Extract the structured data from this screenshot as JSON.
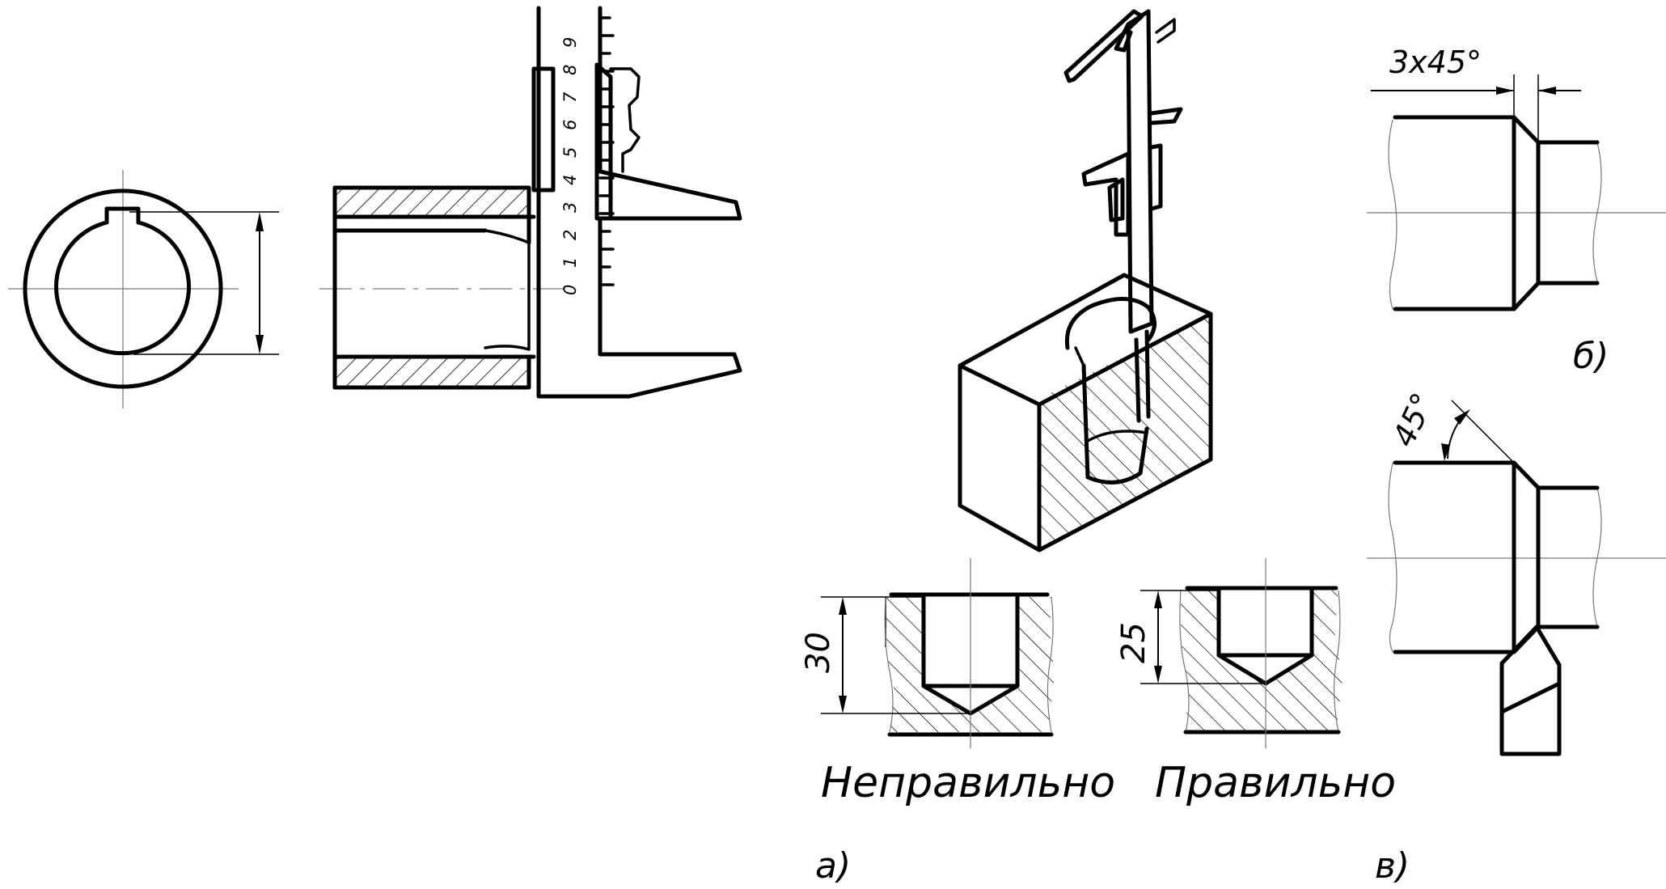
{
  "labels": {
    "chamfer_dim": "3x45°",
    "angle_dim": "45°",
    "depth_wrong": "30",
    "depth_right": "25",
    "wrong": "Неправильно",
    "right": "Правильно",
    "fig_a": "а)",
    "fig_b": "б)",
    "fig_v": "в)"
  },
  "caliper_scale": [
    "0",
    "1",
    "2",
    "3",
    "4",
    "5",
    "6",
    "7",
    "8",
    "9"
  ]
}
